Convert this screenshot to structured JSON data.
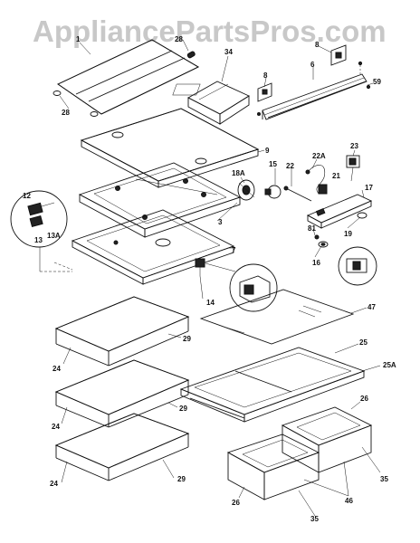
{
  "watermark": "AppliancePartsPros.com",
  "callouts": [
    {
      "id": "c-1",
      "text": "1"
    },
    {
      "id": "c-28a",
      "text": "28"
    },
    {
      "id": "c-28b",
      "text": "28"
    },
    {
      "id": "c-34",
      "text": "34"
    },
    {
      "id": "c-8a",
      "text": "8"
    },
    {
      "id": "c-8b",
      "text": "8"
    },
    {
      "id": "c-6",
      "text": "6"
    },
    {
      "id": "c-59",
      "text": "59"
    },
    {
      "id": "c-9",
      "text": "9"
    },
    {
      "id": "c-18a",
      "text": "18A"
    },
    {
      "id": "c-15",
      "text": "15"
    },
    {
      "id": "c-22a",
      "text": "22A"
    },
    {
      "id": "c-23",
      "text": "23"
    },
    {
      "id": "c-22",
      "text": "22"
    },
    {
      "id": "c-21",
      "text": "21"
    },
    {
      "id": "c-17",
      "text": "17"
    },
    {
      "id": "c-12",
      "text": "12"
    },
    {
      "id": "c-13",
      "text": "13"
    },
    {
      "id": "c-13a",
      "text": "13A"
    },
    {
      "id": "c-3",
      "text": "3"
    },
    {
      "id": "c-7",
      "text": "7"
    },
    {
      "id": "c-81",
      "text": "81"
    },
    {
      "id": "c-19",
      "text": "19"
    },
    {
      "id": "c-16",
      "text": "16"
    },
    {
      "id": "c-14",
      "text": "14"
    },
    {
      "id": "c-47",
      "text": "47"
    },
    {
      "id": "c-29a",
      "text": "29"
    },
    {
      "id": "c-24a",
      "text": "24"
    },
    {
      "id": "c-25",
      "text": "25"
    },
    {
      "id": "c-25a",
      "text": "25A"
    },
    {
      "id": "c-29b",
      "text": "29"
    },
    {
      "id": "c-24b",
      "text": "24"
    },
    {
      "id": "c-26a",
      "text": "26"
    },
    {
      "id": "c-29c",
      "text": "29"
    },
    {
      "id": "c-24c",
      "text": "24"
    },
    {
      "id": "c-35a",
      "text": "35"
    },
    {
      "id": "c-46",
      "text": "46"
    },
    {
      "id": "c-26b",
      "text": "26"
    },
    {
      "id": "c-35b",
      "text": "35"
    }
  ]
}
